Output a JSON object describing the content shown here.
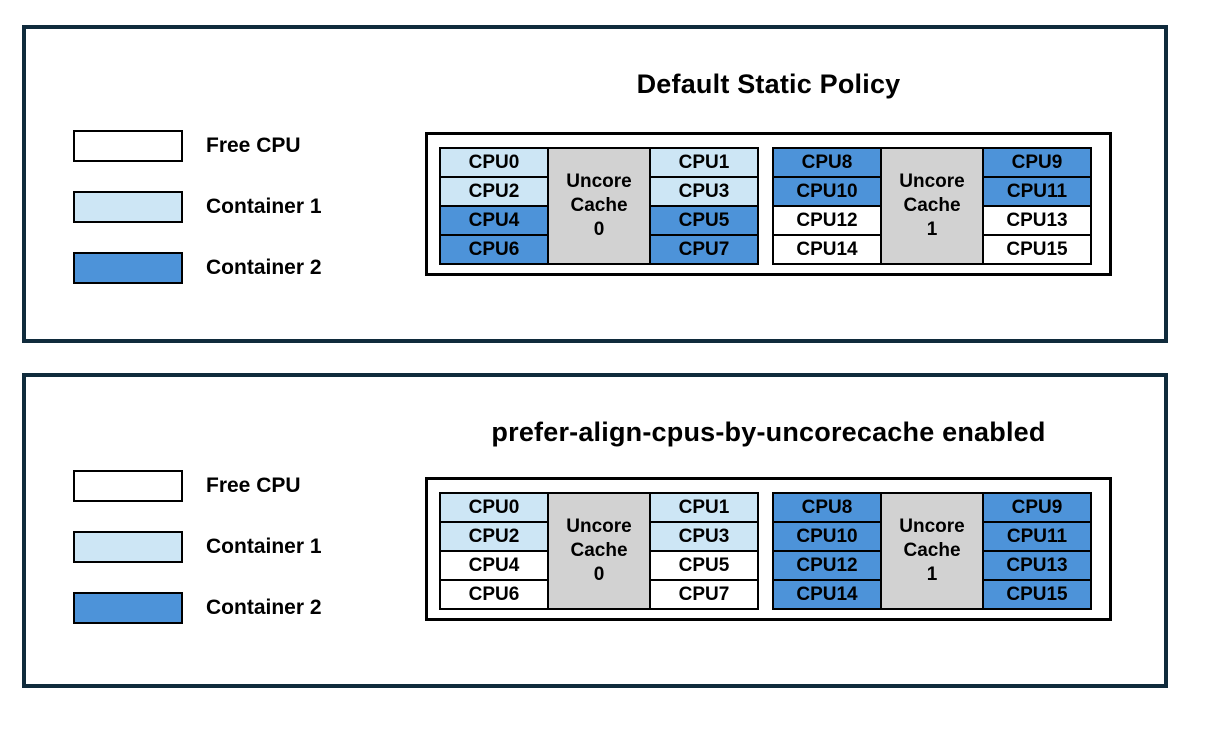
{
  "colors": {
    "panel_border": "#102B3C",
    "free": "#FFFFFF",
    "container1": "#CDE6F5",
    "container2": "#4D93D9",
    "uncore_gray": "#D2D2D2"
  },
  "legend": {
    "items": [
      {
        "label": "Free CPU",
        "state": "free"
      },
      {
        "label": "Container 1",
        "state": "container1"
      },
      {
        "label": "Container 2",
        "state": "container2"
      }
    ]
  },
  "panels": [
    {
      "title": "Default Static Policy",
      "caches": [
        {
          "cache_label": "Uncore\nCache\n0",
          "left_cpus": [
            {
              "label": "CPU0",
              "state": "container1"
            },
            {
              "label": "CPU2",
              "state": "container1"
            },
            {
              "label": "CPU4",
              "state": "container2"
            },
            {
              "label": "CPU6",
              "state": "container2"
            }
          ],
          "right_cpus": [
            {
              "label": "CPU1",
              "state": "container1"
            },
            {
              "label": "CPU3",
              "state": "container1"
            },
            {
              "label": "CPU5",
              "state": "container2"
            },
            {
              "label": "CPU7",
              "state": "container2"
            }
          ]
        },
        {
          "cache_label": "Uncore\nCache\n1",
          "left_cpus": [
            {
              "label": "CPU8",
              "state": "container2"
            },
            {
              "label": "CPU10",
              "state": "container2"
            },
            {
              "label": "CPU12",
              "state": "free"
            },
            {
              "label": "CPU14",
              "state": "free"
            }
          ],
          "right_cpus": [
            {
              "label": "CPU9",
              "state": "container2"
            },
            {
              "label": "CPU11",
              "state": "container2"
            },
            {
              "label": "CPU13",
              "state": "free"
            },
            {
              "label": "CPU15",
              "state": "free"
            }
          ]
        }
      ]
    },
    {
      "title": "prefer-align-cpus-by-uncorecache enabled",
      "caches": [
        {
          "cache_label": "Uncore\nCache\n0",
          "left_cpus": [
            {
              "label": "CPU0",
              "state": "container1"
            },
            {
              "label": "CPU2",
              "state": "container1"
            },
            {
              "label": "CPU4",
              "state": "free"
            },
            {
              "label": "CPU6",
              "state": "free"
            }
          ],
          "right_cpus": [
            {
              "label": "CPU1",
              "state": "container1"
            },
            {
              "label": "CPU3",
              "state": "container1"
            },
            {
              "label": "CPU5",
              "state": "free"
            },
            {
              "label": "CPU7",
              "state": "free"
            }
          ]
        },
        {
          "cache_label": "Uncore\nCache\n1",
          "left_cpus": [
            {
              "label": "CPU8",
              "state": "container2"
            },
            {
              "label": "CPU10",
              "state": "container2"
            },
            {
              "label": "CPU12",
              "state": "container2"
            },
            {
              "label": "CPU14",
              "state": "container2"
            }
          ],
          "right_cpus": [
            {
              "label": "CPU9",
              "state": "container2"
            },
            {
              "label": "CPU11",
              "state": "container2"
            },
            {
              "label": "CPU13",
              "state": "container2"
            },
            {
              "label": "CPU15",
              "state": "container2"
            }
          ]
        }
      ]
    }
  ]
}
